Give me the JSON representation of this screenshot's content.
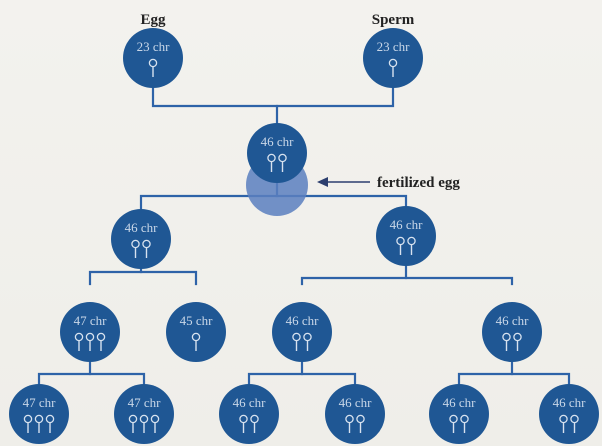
{
  "labels": {
    "egg": "Egg",
    "sperm": "Sperm"
  },
  "annotation": "fertilized egg",
  "colors": {
    "cell": "#1f5794",
    "lines": "#2e63a8",
    "fertilized_overlay": "#5b7fc0",
    "chromosome": "#d7e2ef"
  },
  "cells": [
    {
      "id": "egg",
      "text": "23 chr",
      "chromosomes": 1
    },
    {
      "id": "sperm",
      "text": "23 chr",
      "chromosomes": 1
    },
    {
      "id": "zygote",
      "text": "46 chr",
      "chromosomes": 2
    },
    {
      "id": "left",
      "text": "46 chr",
      "chromosomes": 2
    },
    {
      "id": "right",
      "text": "46 chr",
      "chromosomes": 2
    },
    {
      "id": "ll",
      "text": "47 chr",
      "chromosomes": 3
    },
    {
      "id": "lr",
      "text": "45 chr",
      "chromosomes": 1
    },
    {
      "id": "rl",
      "text": "46 chr",
      "chromosomes": 2
    },
    {
      "id": "rr",
      "text": "46 chr",
      "chromosomes": 2
    },
    {
      "id": "l1",
      "text": "47 chr",
      "chromosomes": 3
    },
    {
      "id": "l2",
      "text": "47 chr",
      "chromosomes": 3
    },
    {
      "id": "r1",
      "text": "46 chr",
      "chromosomes": 2
    },
    {
      "id": "r2",
      "text": "46 chr",
      "chromosomes": 2
    },
    {
      "id": "r3",
      "text": "46 chr",
      "chromosomes": 2
    },
    {
      "id": "r4",
      "text": "46 chr",
      "chromosomes": 2
    }
  ]
}
